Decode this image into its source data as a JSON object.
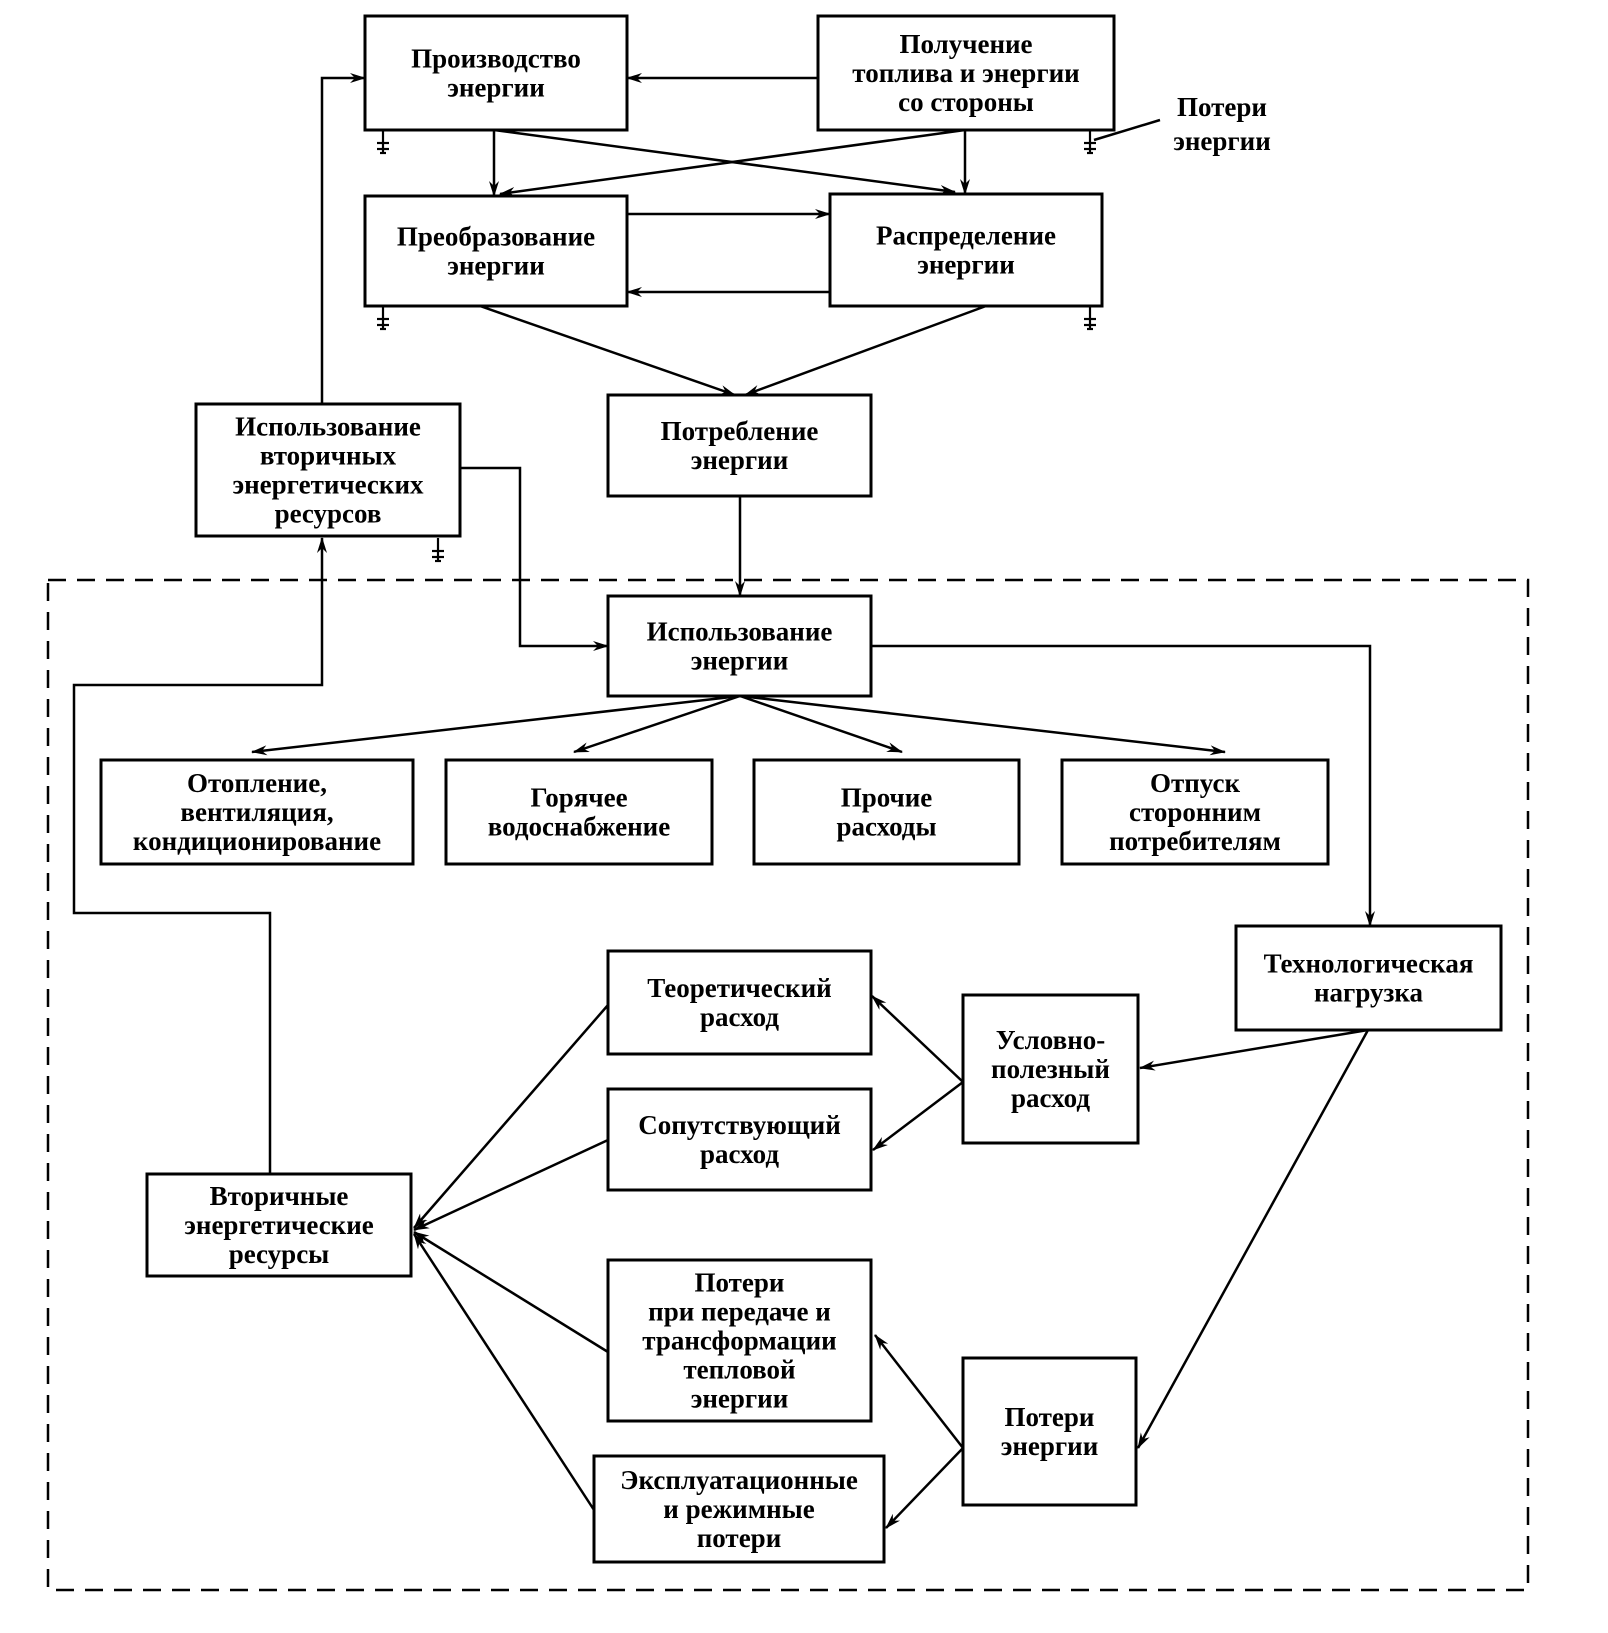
{
  "diagram": {
    "boxes": {
      "production": [
        "Производство",
        "энергии"
      ],
      "external_supply": [
        "Получение",
        "топлива и энергии",
        "со стороны"
      ],
      "conversion": [
        "Преобразование",
        "энергии"
      ],
      "distribution": [
        "Распределение",
        "энергии"
      ],
      "secondary_use": [
        "Использование",
        "вторичных",
        "энергетических",
        "ресурсов"
      ],
      "consumption": [
        "Потребление",
        "энергии"
      ],
      "usage": [
        "Использование",
        "энергии"
      ],
      "heating": [
        "Отопление,",
        "вентиляция,",
        "кондиционирование"
      ],
      "hot_water": [
        "Горячее",
        "водоснабжение"
      ],
      "other_costs": [
        "Прочие",
        "расходы"
      ],
      "third_party": [
        "Отпуск",
        "сторонним",
        "потребителям"
      ],
      "technological_load": [
        "Технологическая",
        "нагрузка"
      ],
      "theoretical": [
        "Теоретический",
        "расход"
      ],
      "conditional_useful": [
        "Условно-",
        "полезный",
        "расход"
      ],
      "accompanying": [
        "Сопутствующий",
        "расход"
      ],
      "secondary_resources": [
        "Вторичные",
        "энергетические",
        "ресурсы"
      ],
      "transmission_losses": [
        "Потери",
        "при передаче и",
        "трансформации",
        "тепловой",
        "энергии"
      ],
      "energy_losses": [
        "Потери",
        "энергии"
      ],
      "operational_losses": [
        "Эксплуатационные",
        "и режимные",
        "потери"
      ]
    },
    "losses_label": [
      "Потери",
      "энергии"
    ]
  }
}
